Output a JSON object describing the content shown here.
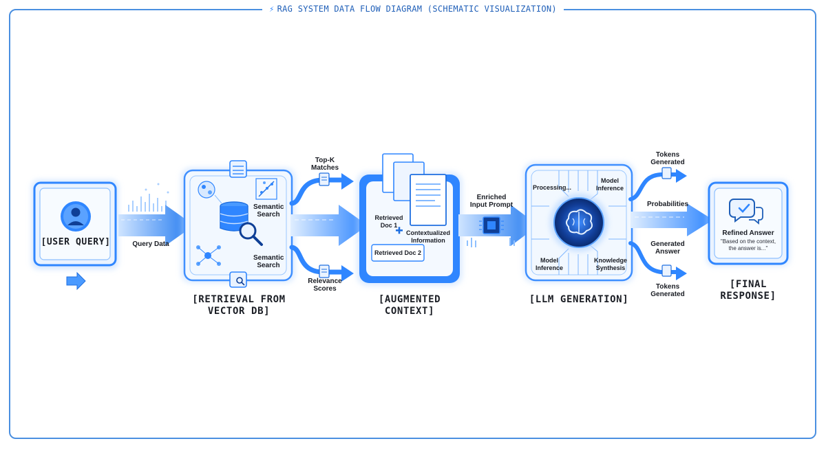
{
  "title": "RAG SYSTEM DATA FLOW DIAGRAM (SCHEMATIC VISUALIZATION)",
  "colors": {
    "accent": "#2f86ff",
    "accent_dark": "#1a5fd6",
    "frame": "#4a8fe0",
    "glow": "#bcd9ff"
  },
  "stages": {
    "user_query": {
      "title": "[USER QUERY]",
      "flow_label": "Query Data"
    },
    "retrieval": {
      "title": "[RETRIEVAL FROM VECTOR DB]",
      "label_top": "Semantic Search",
      "label_bottom": "Semantic Search"
    },
    "augmented": {
      "title": "[AUGMENTED CONTEXT]",
      "doc1": "Retrieved Doc 1",
      "doc2": "Retrieved Doc 2",
      "contextualized": "Contextualized Information"
    },
    "llm": {
      "title": "[LLM GENERATION]",
      "processing": "Processing...",
      "model_inference_top": "Model Inference",
      "model_inference_bottom": "Model Inference",
      "knowledge_synthesis": "Knowledge Synthesis"
    },
    "final": {
      "title": "[FINAL RESPONSE]",
      "refined_answer": "Refined Answer",
      "quote": "\"Based on the context, the answer is...\""
    }
  },
  "flows": {
    "top_k": "Top-K Matches",
    "relevance": "Relevance Scores",
    "enriched": "Enriched Input Prompt",
    "tokens_top": "Tokens Generated",
    "probabilities": "Probabilities",
    "generated_answer": "Generated Answer",
    "tokens_bottom": "Tokens Generated"
  }
}
